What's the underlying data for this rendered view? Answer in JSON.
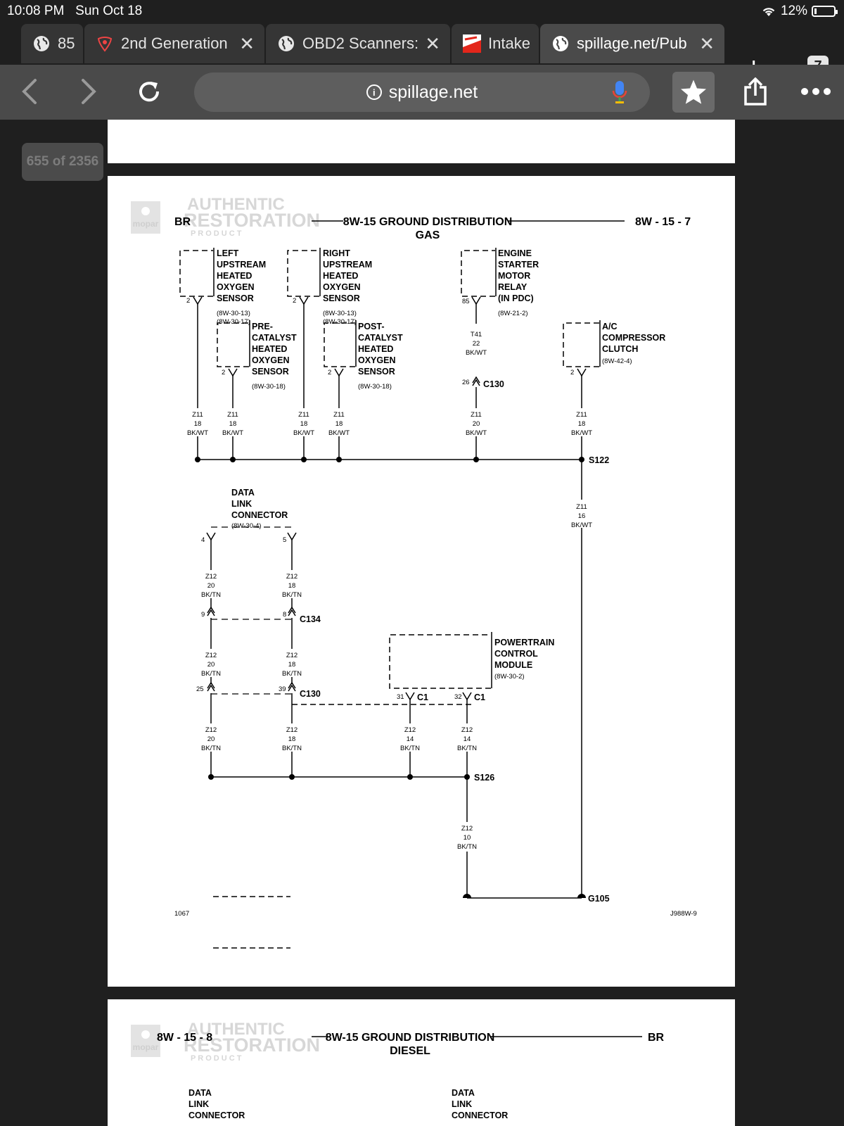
{
  "status_bar": {
    "time": "10:08 PM",
    "date": "Sun Oct 18",
    "battery": "12%",
    "battery_level": 0.12
  },
  "tabs": [
    {
      "title": "85",
      "icon": "globe-icon",
      "active": false
    },
    {
      "title": "2nd Generation",
      "icon": "ram-logo-icon",
      "active": false
    },
    {
      "title": "OBD2 Scanners:",
      "icon": "globe-icon",
      "active": false
    },
    {
      "title": "Intake",
      "icon": "autozone-icon",
      "active": false
    },
    {
      "title": "spillage.net/Pub",
      "icon": "globe-icon",
      "active": true
    }
  ],
  "tab_count": "7",
  "address_bar": {
    "url": "spillage.net"
  },
  "page_indicator": "655 of 2356",
  "page1": {
    "brand_left": "BR",
    "title": "8W-15 GROUND DISTRIBUTION",
    "subtitle": "GAS",
    "page_ref": "8W - 15 - 7",
    "watermark_top": "AUTHENTIC",
    "watermark_mid": "RESTORATION",
    "watermark_bottom": "P R O D U C T",
    "logo": "mopar",
    "components": {
      "left_sensor": [
        "LEFT",
        "UPSTREAM",
        "HEATED",
        "OXYGEN",
        "SENSOR"
      ],
      "left_sensor_refs": [
        "(8W-30-13)",
        "(8W-30-17)"
      ],
      "right_sensor": [
        "RIGHT",
        "UPSTREAM",
        "HEATED",
        "OXYGEN",
        "SENSOR"
      ],
      "right_sensor_refs": [
        "(8W-30-13)",
        "(8W-30-17)"
      ],
      "pre_cat": [
        "PRE-",
        "CATALYST",
        "HEATED",
        "OXYGEN",
        "SENSOR"
      ],
      "pre_cat_ref": "(8W-30-18)",
      "post_cat": [
        "POST-",
        "CATALYST",
        "HEATED",
        "OXYGEN",
        "SENSOR"
      ],
      "post_cat_ref": "(8W-30-18)",
      "relay": [
        "ENGINE",
        "STARTER",
        "MOTOR",
        "RELAY",
        "(IN PDC)"
      ],
      "relay_ref": "(8W-21-2)",
      "ac": [
        "A/C",
        "COMPRESSOR",
        "CLUTCH"
      ],
      "ac_ref": "(8W-42-4)",
      "dlc": [
        "DATA",
        "LINK",
        "CONNECTOR"
      ],
      "dlc_ref": "(8W-30-4)",
      "pcm": [
        "POWERTRAIN",
        "CONTROL",
        "MODULE"
      ],
      "pcm_ref": "(8W-30-2)"
    },
    "pins": {
      "p2": "2",
      "p85": "85",
      "p26": "26",
      "p4": "4",
      "p5": "5",
      "p9": "9",
      "p8": "8",
      "p25": "25",
      "p39": "39",
      "p31": "31",
      "p32": "32"
    },
    "connectors": {
      "c130": "C130",
      "c134": "C134",
      "c1": "C1",
      "t41": "T41",
      "t41_gauge": "22",
      "t41_color": "BK/WT"
    },
    "splices": {
      "s122": "S122",
      "s126": "S126",
      "g105": "G105"
    },
    "wires": {
      "z11": "Z11",
      "z12": "Z12",
      "g18": "18",
      "g20": "20",
      "g16": "16",
      "g14": "14",
      "g10": "10",
      "bkwt": "BK/WT",
      "bktn": "BK/TN"
    },
    "footer_left": "1067",
    "footer_right": "J988W-9"
  },
  "page2": {
    "page_ref": "8W - 15 - 8",
    "title": "8W-15 GROUND DISTRIBUTION",
    "subtitle": "DIESEL",
    "brand_right": "BR",
    "watermark_top": "AUTHENTIC",
    "watermark_mid": "RESTORATION",
    "watermark_bottom": "P R O D U C T",
    "logo": "mopar",
    "dlc_left": [
      "DATA",
      "LINK",
      "CONNECTOR"
    ],
    "dlc_right": [
      "DATA",
      "LINK",
      "CONNECTOR"
    ]
  }
}
